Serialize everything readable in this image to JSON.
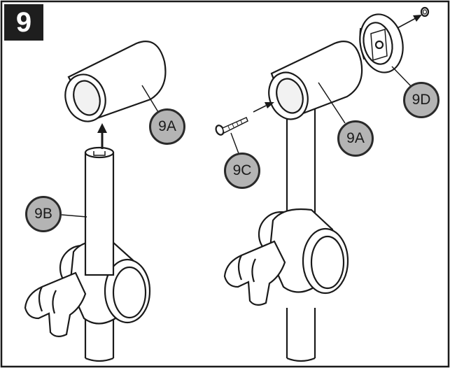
{
  "step": {
    "number": "9"
  },
  "callouts": {
    "part_9a_left": "9A",
    "part_9b": "9B",
    "part_9c": "9C",
    "part_9a_right": "9A",
    "part_9d": "9D"
  },
  "colors": {
    "outline": "#1a1a1a",
    "callout_fill": "#b4b4b4",
    "badge_fill": "#1e1e1e",
    "part_fill": "#ffffff"
  }
}
